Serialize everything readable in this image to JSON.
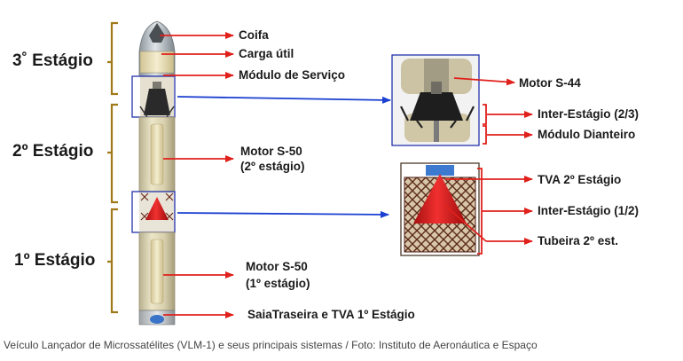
{
  "stages": {
    "third": "3˚ Estágio",
    "second": "2º Estágio",
    "first": "1º Estágio"
  },
  "labels": {
    "coifa": "Coifa",
    "carga": "Carga útil",
    "modulo_servico": "Módulo de Serviço",
    "motor_s50_2_line1": "Motor S-50",
    "motor_s50_2_line2": "(2º estágio)",
    "motor_s50_1_line1": "Motor S-50",
    "motor_s50_1_line2": "(1º estágio)",
    "saia": "SaiaTraseira e TVA 1º Estágio",
    "motor_s44": "Motor S-44",
    "inter_23": "Inter-Estágio (2/3)",
    "modulo_dianteiro": "Módulo  Dianteiro",
    "tva2": "TVA 2º Estágio",
    "inter_12": "Inter-Estágio (1/2)",
    "tubeira": "Tubeira 2º est."
  },
  "caption": "Veículo Lançador de Microssatélites (VLM-1) e seus principais sistemas / Foto: Instituto de Aeronáutica e Espaço",
  "colors": {
    "arrow_red": "#e0201b",
    "arrow_blue": "#1a3fd1",
    "bracket": "#a07a1a",
    "frame_blue": "#2233aa"
  }
}
